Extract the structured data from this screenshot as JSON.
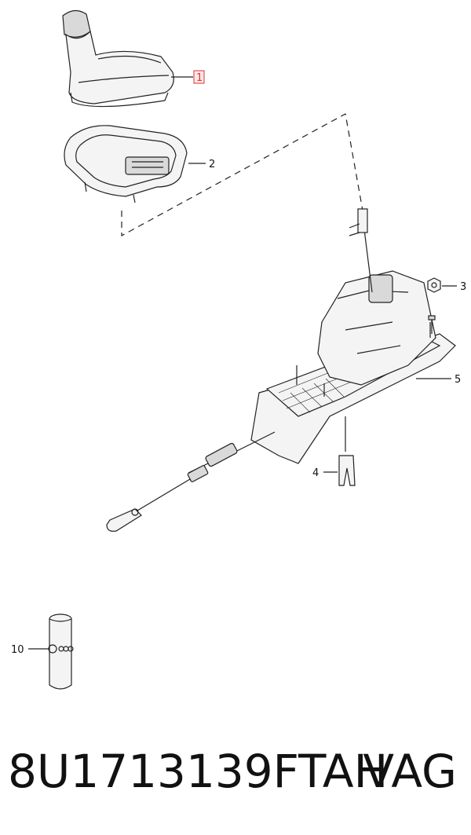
{
  "callouts": [
    {
      "id": "1",
      "label": "1",
      "highlighted": true
    },
    {
      "id": "2",
      "label": "2"
    },
    {
      "id": "3",
      "label": "3"
    },
    {
      "id": "4",
      "label": "4"
    },
    {
      "id": "5",
      "label": "5"
    },
    {
      "id": "10",
      "label": "10"
    }
  ],
  "footer": {
    "part_number": "8U1713139FTAH",
    "brand": "VAG"
  },
  "colors": {
    "line": "#222222",
    "highlight": "#d33333"
  }
}
